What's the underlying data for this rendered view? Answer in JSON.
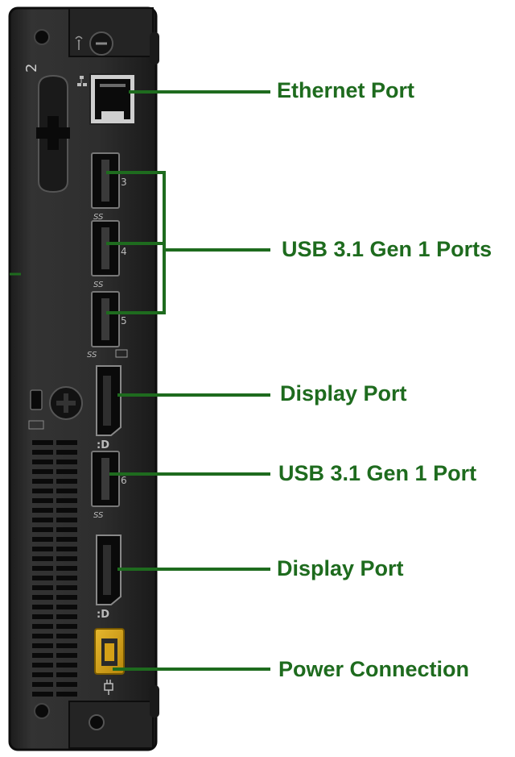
{
  "colors": {
    "label": "#1e6b1e",
    "leader_line": "#1e6b1e",
    "chassis": "#2b2b2b",
    "chassis_edge": "#0d0d0d",
    "port": "#111111",
    "power_port": "#d4a017"
  },
  "device": {
    "panel_number": "2",
    "usb_port_numbers": [
      "3",
      "4",
      "5",
      "6"
    ],
    "usb_logo_text": "SS"
  },
  "callouts": [
    {
      "id": "ethernet",
      "label": "Ethernet Port"
    },
    {
      "id": "usb-group",
      "label": "USB 3.1 Gen 1 Ports"
    },
    {
      "id": "displayport-1",
      "label": "Display Port"
    },
    {
      "id": "usb-single",
      "label": "USB 3.1 Gen 1 Port"
    },
    {
      "id": "displayport-2",
      "label": "Display Port"
    },
    {
      "id": "power",
      "label": "Power Connection"
    }
  ],
  "icons": [
    "ethernet-icon",
    "wifi-antenna-icon",
    "usb-superspeed-icon",
    "displayport-icon",
    "power-plug-icon",
    "kensington-lock-icon",
    "screw-icon"
  ]
}
